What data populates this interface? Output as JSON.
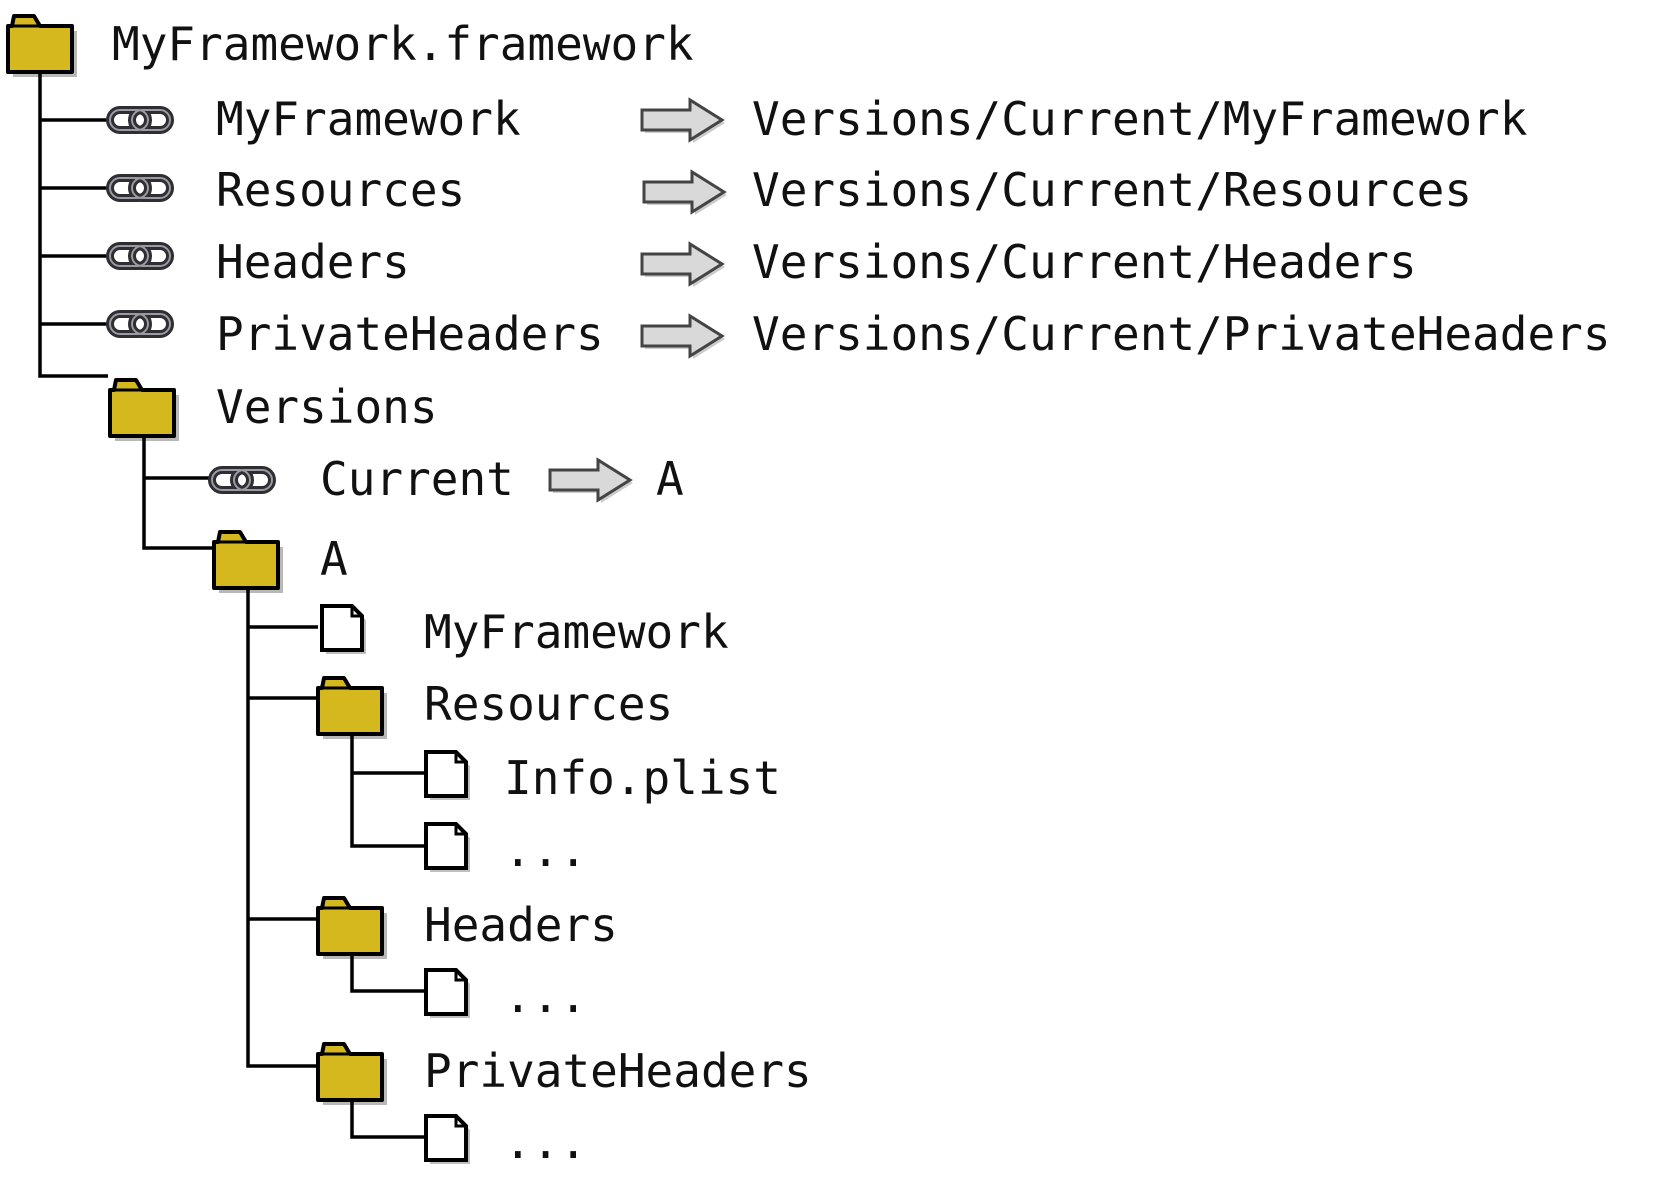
{
  "tree": {
    "root": {
      "label": "MyFramework.framework",
      "kind": "folder"
    },
    "links": [
      {
        "label": "MyFramework",
        "target": "Versions/Current/MyFramework"
      },
      {
        "label": "Resources",
        "target": "Versions/Current/Resources"
      },
      {
        "label": "Headers",
        "target": "Versions/Current/Headers"
      },
      {
        "label": "PrivateHeaders",
        "target": "Versions/Current/PrivateHeaders"
      }
    ],
    "versions": {
      "label": "Versions",
      "current_link": {
        "label": "Current",
        "target": "A"
      },
      "a": {
        "label": "A",
        "binary": {
          "label": "MyFramework"
        },
        "resources": {
          "label": "Resources",
          "files": [
            "Info.plist",
            "..."
          ]
        },
        "headers": {
          "label": "Headers",
          "files": [
            "..."
          ]
        },
        "private_headers": {
          "label": "PrivateHeaders",
          "files": [
            "..."
          ]
        }
      }
    }
  },
  "colors": {
    "folder": "#d4b81e",
    "link_icon": "#2f2f33",
    "arrow_fill": "#d9d9d9",
    "line": "#000000"
  },
  "icons": {
    "folder": "folder-icon",
    "file": "file-icon",
    "symlink": "link-icon",
    "points_to": "right-arrow-icon"
  }
}
